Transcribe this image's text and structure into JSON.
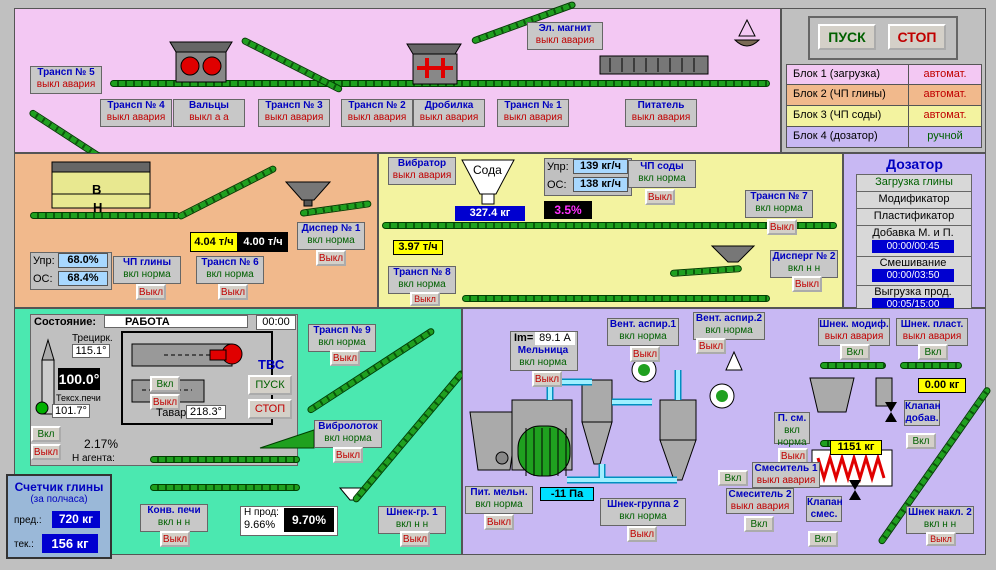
{
  "controls": {
    "start": "ПУСК",
    "stop": "СТОП"
  },
  "blocks": [
    {
      "name": "Блок 1 (загрузка)",
      "mode": "автомат.",
      "color": "#f3c8f3",
      "modecolor": "#c00000"
    },
    {
      "name": "Блок 2 (ЧП глины)",
      "mode": "автомат.",
      "color": "#f1b98c",
      "modecolor": "#c00000"
    },
    {
      "name": "Блок 3 (ЧП соды)",
      "mode": "автомат.",
      "color": "#f3f3a0",
      "modecolor": "#c00000"
    },
    {
      "name": "Блок 4 (дозатор)",
      "mode": "ручной",
      "color": "#c8b8f3",
      "modecolor": "#006000"
    }
  ],
  "zone1": {
    "magnet": {
      "title": "Эл. магнит",
      "status": "выкл авария"
    },
    "t5": {
      "title": "Трансп № 5",
      "status": "выкл авария"
    },
    "t4": {
      "title": "Трансп № 4",
      "status": "выкл авария"
    },
    "rolls": {
      "title": "Вальцы",
      "status": "выкл а а"
    },
    "t3": {
      "title": "Трансп № 3",
      "status": "выкл авария"
    },
    "t2": {
      "title": "Трансп № 2",
      "status": "выкл авария"
    },
    "crusher": {
      "title": "Дробилка",
      "status": "выкл авария"
    },
    "t1": {
      "title": "Трансп № 1",
      "status": "выкл авария"
    },
    "feeder": {
      "title": "Питатель",
      "status": "выкл авария"
    }
  },
  "zone2": {
    "bunker_top": "В",
    "bunker_bottom": "Н",
    "rate1": "4.04 т/ч",
    "rate2": "4.00 т/ч",
    "upr_label": "Упр:",
    "upr_value": "68.0%",
    "os_label": "ОС:",
    "os_value": "68.4%",
    "chp": {
      "title": "ЧП глины",
      "status": "вкл норма",
      "btn": "Выкл"
    },
    "t6": {
      "title": "Трансп № 6",
      "status": "вкл норма",
      "btn": "Выкл"
    },
    "disp1": {
      "title": "Диспер № 1",
      "status": "вкл норма",
      "btn": "Выкл"
    }
  },
  "zone3": {
    "vibrator": {
      "title": "Вибратор",
      "status": "выкл авария"
    },
    "soda": "Сода",
    "soda_weight": "327.4 кг",
    "percent": "3.5%",
    "upr_label": "Упр:",
    "upr_value": "139 кг/ч",
    "os_label": "ОС:",
    "os_value": "138 кг/ч",
    "chp": {
      "title": "ЧП соды",
      "status": "вкл норма",
      "btn": "Выкл"
    },
    "t7": {
      "title": "Трансп № 7",
      "status": "вкл норма",
      "btn": "Выкл"
    },
    "rate": "3.97 т/ч",
    "t8": {
      "title": "Трансп № 8",
      "status": "вкл норма",
      "btn": "Выкл"
    },
    "disp2": {
      "title": "Дисперг № 2",
      "status": "вкл н н",
      "btn": "Выкл"
    }
  },
  "dozator": {
    "title": "Дозатор",
    "items": [
      "Загрузка глины",
      "Модификатор",
      "Пластификатор"
    ],
    "add_label": "Добавка М. и П.",
    "add_time": "00:00/00:45",
    "mix_label": "Смешивание",
    "mix_time": "00:00/03:50",
    "out_label": "Выгрузка прод.",
    "out_time": "00:05/15:00"
  },
  "zone4": {
    "state_label": "Состояние:",
    "state_value": "РАБОТА",
    "time": "00:00",
    "tretsirk_label": "Трецирк.",
    "tretsirk_value": "115.1°",
    "big_temp": "100.0°",
    "texh_label": "Тексх.печи",
    "texh_value": "101.7°",
    "tvs": "ТВС",
    "tvs_start": "ПУСК",
    "tvs_stop": "СТОП",
    "vkl": "Вкл",
    "vykl": "Выкл",
    "agent_pct": "2.17%",
    "agent_label": "Н агента:",
    "tavar_label": "Тавар",
    "tavar_value": "218.3°",
    "t9": {
      "title": "Трансп № 9",
      "status": "вкл норма",
      "btn": "Выкл"
    },
    "vibro": {
      "title": "Вибролоток",
      "status": "вкл норма",
      "btn": "Выкл"
    },
    "konv": {
      "title": "Конв. печи",
      "status": "вкл н н",
      "btn": "Выкл"
    },
    "nprod_label": "Н прод:",
    "nprod1": "9.66%",
    "nprod2": "9.70%",
    "shnek_gr1": {
      "title": "Шнек-гр. 1",
      "status": "вкл н н",
      "btn": "Выкл"
    }
  },
  "counter": {
    "title1": "Счетчик глины",
    "title2": "(за полчаса)",
    "pred_label": "пред.:",
    "pred_value": "720 кг",
    "tek_label": "тек.:",
    "tek_value": "156 кг"
  },
  "zone5": {
    "im_label": "Im=",
    "im_value": "89.1 А",
    "mill": {
      "title": "Мельница",
      "status": "вкл норма",
      "btn": "Выкл"
    },
    "vent1": {
      "title": "Вент. аспир.1",
      "status": "вкл норма",
      "btn": "Выкл"
    },
    "vent2": {
      "title": "Вент. аспир.2",
      "status": "вкл норма",
      "btn": "Выкл"
    },
    "pressure": "-11 Па",
    "pit_mil": {
      "title": "Пит. мельн.",
      "status": "вкл норма",
      "btn": "Выкл"
    },
    "shnek_gr2": {
      "title": "Шнек-группа 2",
      "status": "вкл норма",
      "btn": "Выкл"
    },
    "shnek_mod": {
      "title": "Шнек. модиф.",
      "status": "выкл авария",
      "btn": "Вкл"
    },
    "shnek_plast": {
      "title": "Шнек. пласт.",
      "status": "выкл авария",
      "btn": "Вкл"
    },
    "weight_small": "0.00 кг",
    "valve_add": {
      "title": "Клапан добав.",
      "btn": "Вкл"
    },
    "p_sm": {
      "title": "П. см.",
      "status": "вкл норма",
      "btn": "Выкл"
    },
    "weight_big": "1151 кг",
    "mixer1": {
      "title": "Смеситель 1",
      "status": "выкл авария",
      "btn": "Вкл"
    },
    "mixer2": {
      "title": "Смеситель 2",
      "status": "выкл авария",
      "btn": "Вкл"
    },
    "valve_mix": {
      "title": "Клапан смес.",
      "btn": "Вкл"
    },
    "shnek_nakl2": {
      "title": "Шнек накл. 2",
      "status": "вкл н н",
      "btn": "Выкл"
    }
  },
  "colors": {
    "zone1": "#f3c8f3",
    "zone2": "#f1b98c",
    "zone3": "#f3f3a0",
    "zone4": "#4be8b0",
    "zone5": "#c8b8f3",
    "conveyor": "#1fa01f",
    "alarm": "#c00000",
    "status_ok": "#006000",
    "title": "#0000c0"
  }
}
